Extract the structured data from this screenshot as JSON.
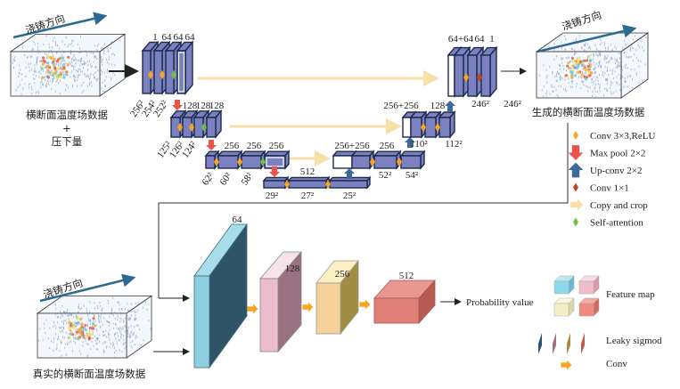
{
  "generator": {
    "input_caption": [
      "横断面温度场数据",
      "+",
      "压下量"
    ],
    "cast_direction": "浇铸方向",
    "output_caption": "生成的横断面温度场数据",
    "enc1": {
      "channels": [
        "1",
        "64",
        "64",
        "64"
      ],
      "sizes": [
        "256²",
        "254²",
        "252²"
      ]
    },
    "enc2": {
      "channels": [
        "128",
        "128",
        "128"
      ],
      "sizes": [
        "125²",
        "126²",
        "124²"
      ]
    },
    "enc3": {
      "channels": [
        "256",
        "256",
        "256"
      ],
      "sizes": [
        "62²",
        "60²",
        "58²"
      ]
    },
    "bottom": {
      "channels": [
        "512"
      ],
      "sizes": [
        "29²",
        "27²",
        "25²"
      ]
    },
    "dec3": {
      "channels": [
        "256+256",
        "256"
      ],
      "sizes": [
        "52²",
        "54²"
      ]
    },
    "dec2": {
      "channels": [
        "256+256",
        "128"
      ],
      "sizes": [
        "110²",
        "112²"
      ]
    },
    "dec1": {
      "channels": [
        "64+64",
        "64",
        "1"
      ],
      "sizes": [
        "246²",
        "246²"
      ]
    }
  },
  "legend": {
    "items": [
      {
        "label": "Conv 3×3,ReLU",
        "icon": "orange-arrow",
        "color": "#f5a623"
      },
      {
        "label": "Max pool 2×2",
        "icon": "red-down-arrow",
        "color": "#e8534a"
      },
      {
        "label": "Up-conv 2×2",
        "icon": "blue-up-arrow",
        "color": "#3d6a9a"
      },
      {
        "label": "Conv 1×1",
        "icon": "dark-red-arrow",
        "color": "#c0462a"
      },
      {
        "label": "Copy and crop",
        "icon": "yellow-arrow",
        "color": "#f7dfa8"
      },
      {
        "label": "Self-attention",
        "icon": "green-arrow",
        "color": "#6cc04a"
      }
    ]
  },
  "discriminator": {
    "input_caption": "真实的横断面温度场数据",
    "cast_direction": "浇铸方向",
    "channels": [
      "64",
      "128",
      "256",
      "512"
    ],
    "output": "Probability value",
    "legend": {
      "feature_map": "Feature map",
      "leaky": "Leaky sigmod",
      "conv": "Conv"
    }
  },
  "colors": {
    "block": "#7b80c0",
    "edge": "#1c2b4b",
    "copy": "#f7dfa8"
  }
}
